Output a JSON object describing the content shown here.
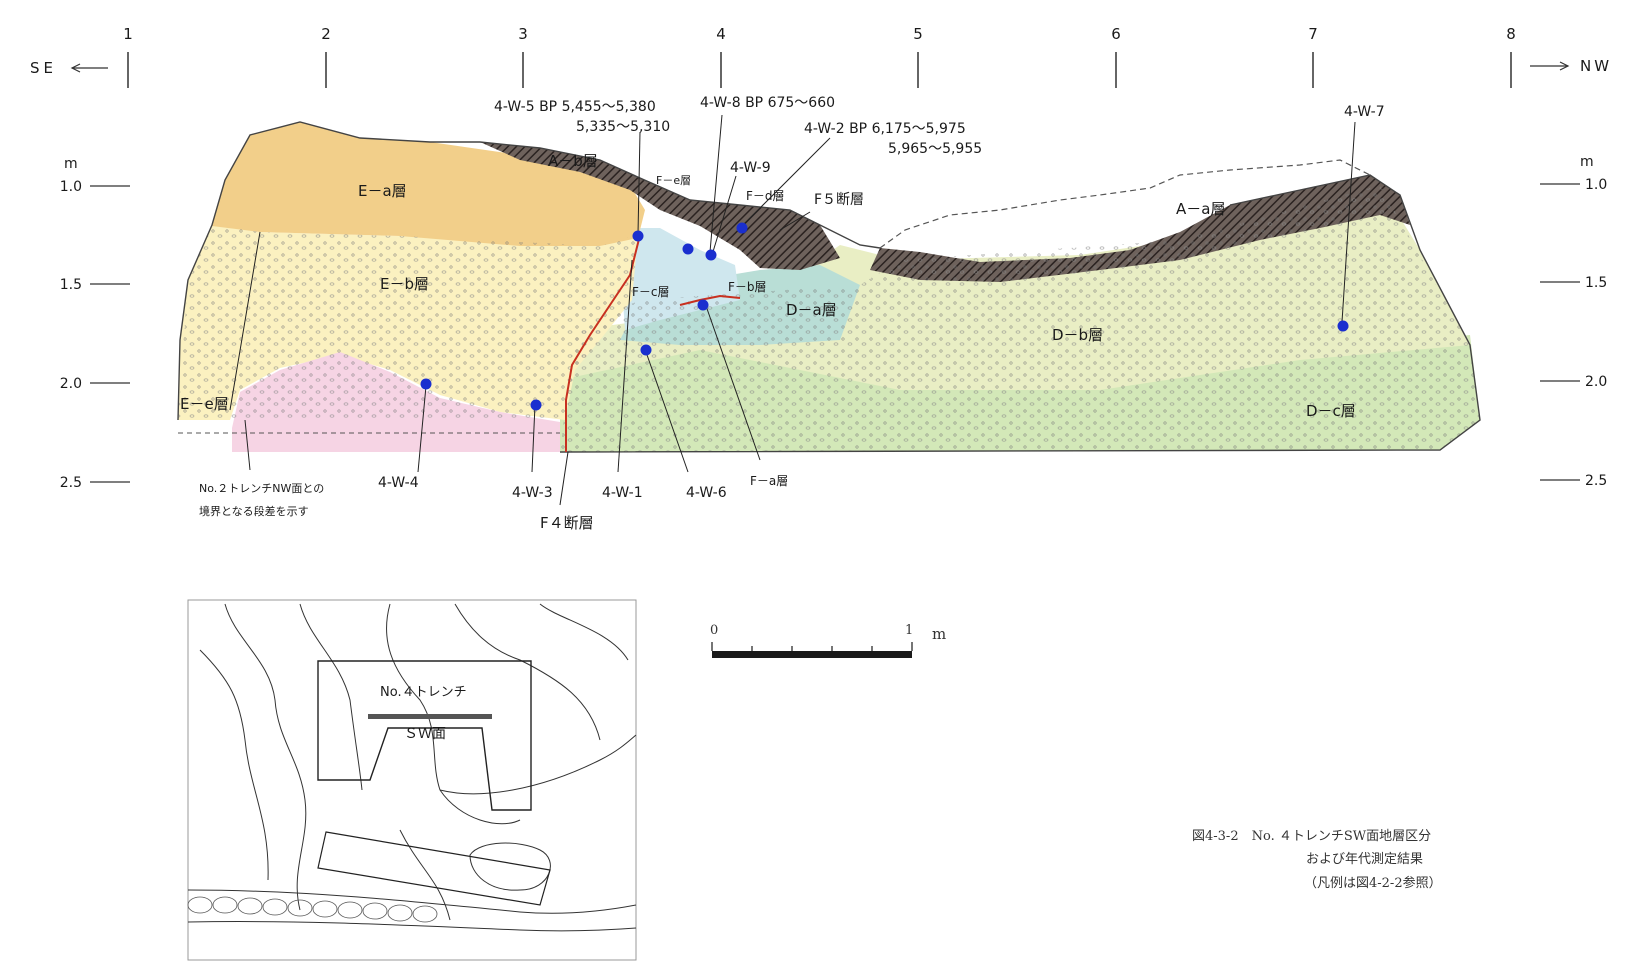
{
  "orientation": {
    "left": "SE",
    "right": "NW"
  },
  "columns": [
    "1",
    "2",
    "3",
    "4",
    "5",
    "6",
    "7",
    "8"
  ],
  "depth": {
    "unit": "m",
    "ticks": [
      "1.0",
      "1.5",
      "2.0",
      "2.5"
    ]
  },
  "layers": {
    "ab": "A－b層",
    "ea": "E－a層",
    "fe": "F－e層",
    "fd": "F－d層",
    "f5": "F５断層",
    "aa": "A－a層",
    "eb": "E－b層",
    "fc": "F－c層",
    "fb": "F－b層",
    "da": "D－a層",
    "db": "D－b層",
    "ee": "E－e層",
    "dc": "D－c層",
    "fa": "F－a層",
    "f4": "F４断層"
  },
  "samples": {
    "w5": "4-W-5  BP  5,455～5,380",
    "w5b": "5,335～5,310",
    "w8": "4-W-8  BP  675～660",
    "w2": "4-W-2  BP  6,175～5,975",
    "w2b": "5,965～5,955",
    "w9": "4-W-9",
    "w7": "4-W-7",
    "w4": "4-W-4",
    "w3": "4-W-3",
    "w1": "4-W-1",
    "w6": "4-W-6"
  },
  "note": {
    "line1": "No.２トレンチNW面との",
    "line2": "境界となる段差を示す"
  },
  "scale": {
    "zero": "0",
    "one": "1",
    "unit": "m"
  },
  "plan": {
    "trench": "No.４トレンチ",
    "face": "ＳＷ面"
  },
  "caption": {
    "line1": "図4-3-2　No. ４トレンチSW面地層区分",
    "line2": "および年代測定結果",
    "line3": "（凡例は図4-2-2参照）"
  },
  "colors": {
    "ea": "#f2cf8a",
    "eb": "#fbf1c0",
    "ee": "#f6d4e4",
    "fc": "#cfe7ee",
    "da": "#b9ded6",
    "db": "#e9eec4",
    "dc": "#d3e8b8",
    "dark": "#3f3532",
    "sample": "#1a2fcf",
    "fault": "#c83020"
  }
}
